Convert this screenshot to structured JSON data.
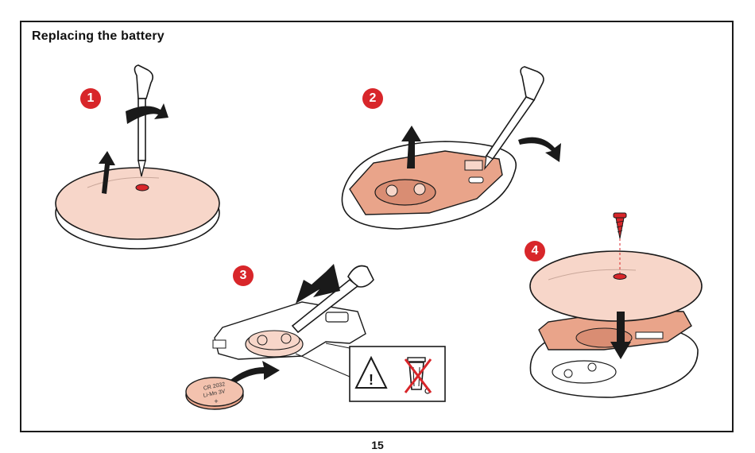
{
  "page": {
    "title": "Replacing the battery",
    "page_number": "15"
  },
  "steps": [
    {
      "number": "1"
    },
    {
      "number": "2"
    },
    {
      "number": "3"
    },
    {
      "number": "4"
    }
  ],
  "battery": {
    "label_line1": "CR 2032",
    "label_line2": "Li-Mn 3V",
    "polarity": "+"
  },
  "warning": {
    "symbol": "!",
    "icons": [
      "warning-triangle-icon",
      "crossed-out-bin-icon"
    ]
  },
  "colors": {
    "accent_red": "#d8262a",
    "cover_pink": "#f7d6c9",
    "board_salmon": "#e9a48a"
  }
}
